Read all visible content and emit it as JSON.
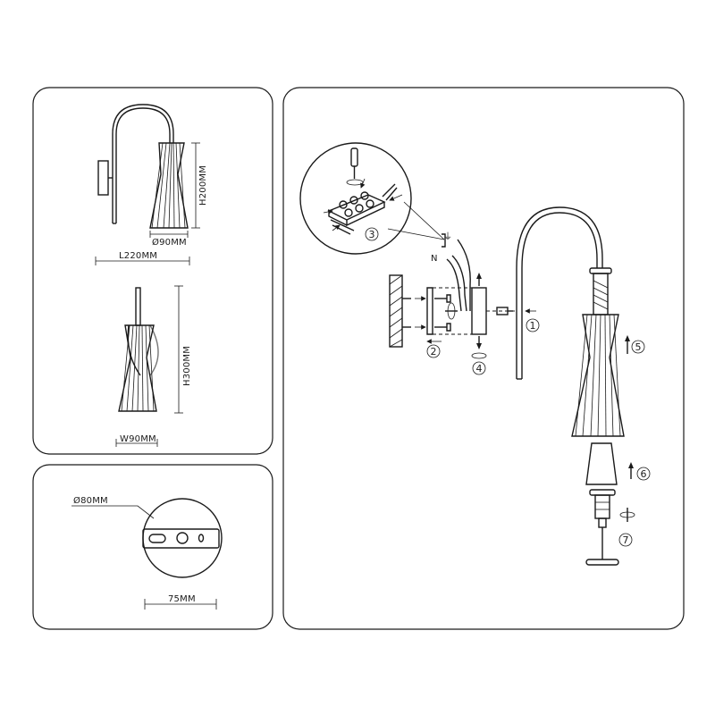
{
  "dimensions": {
    "height_side": "H200MM",
    "diameter_shade": "Ø90MM",
    "length": "L220MM",
    "height_front": "H300MM",
    "width": "W90MM",
    "plate_diameter": "Ø80MM",
    "plate_width": "75MM"
  },
  "steps": {
    "s1": "1",
    "s2": "2",
    "s3": "3",
    "s4": "4",
    "s5": "5",
    "s6": "6",
    "s7": "7"
  },
  "wiring": {
    "neutral_label": "N",
    "earth_symbol": "⏚"
  }
}
